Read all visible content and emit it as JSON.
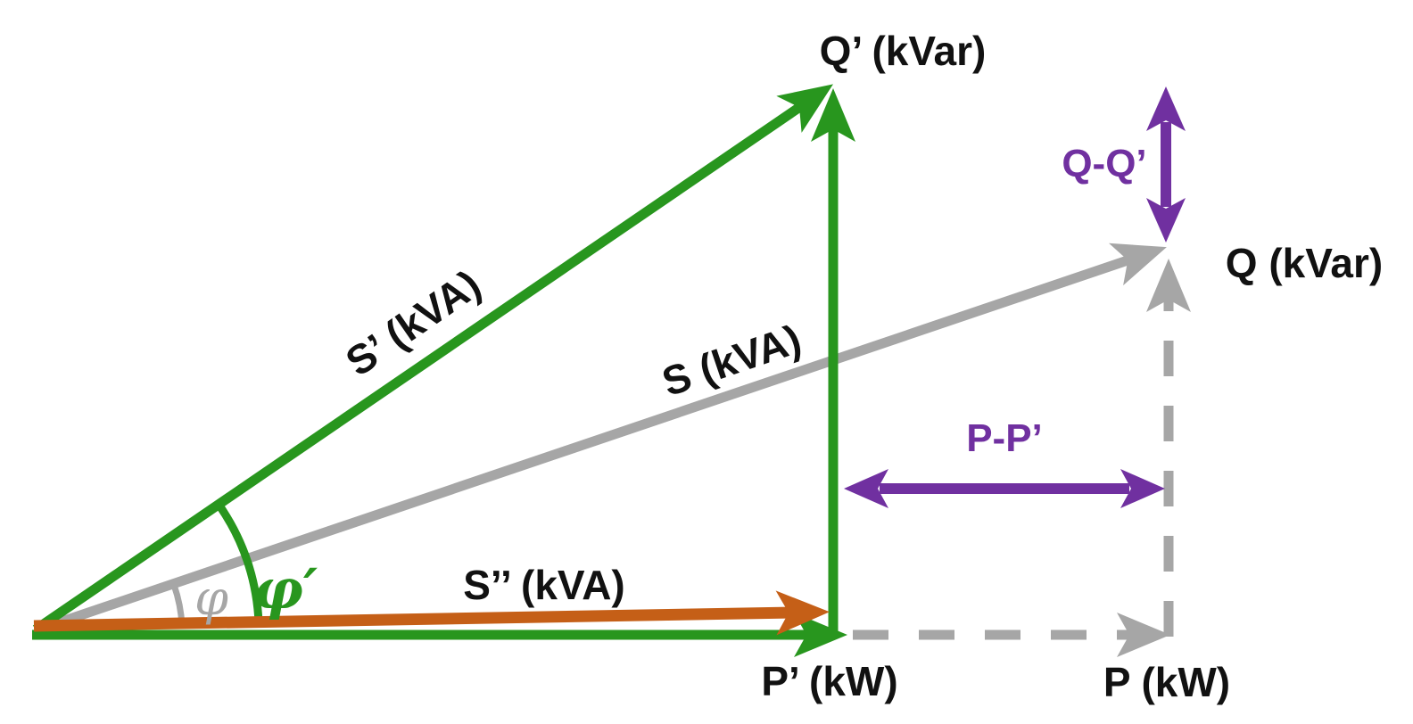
{
  "diagram": {
    "type": "power-triangle-vector-diagram",
    "labels": {
      "q_prime_axis": "Q’ (kVar)",
      "q_axis": "Q (kVar)",
      "p_prime_axis": "P’ (kW)",
      "p_axis": "P (kW)",
      "s_prime_vector": "S’ (kVA)",
      "s_vector": "S (kVA)",
      "s_double_prime_vector": "S’’ (kVA)",
      "phi_angle": "φ",
      "phi_prime_angle": "φ′",
      "q_delta": "Q-Q’",
      "p_delta": "P-P’"
    },
    "colors": {
      "green": "#28961E",
      "gray": "#A6A6A6",
      "orange": "#C55F17",
      "purple": "#7030A0",
      "text": "#111111",
      "background": "#FFFFFF"
    }
  }
}
